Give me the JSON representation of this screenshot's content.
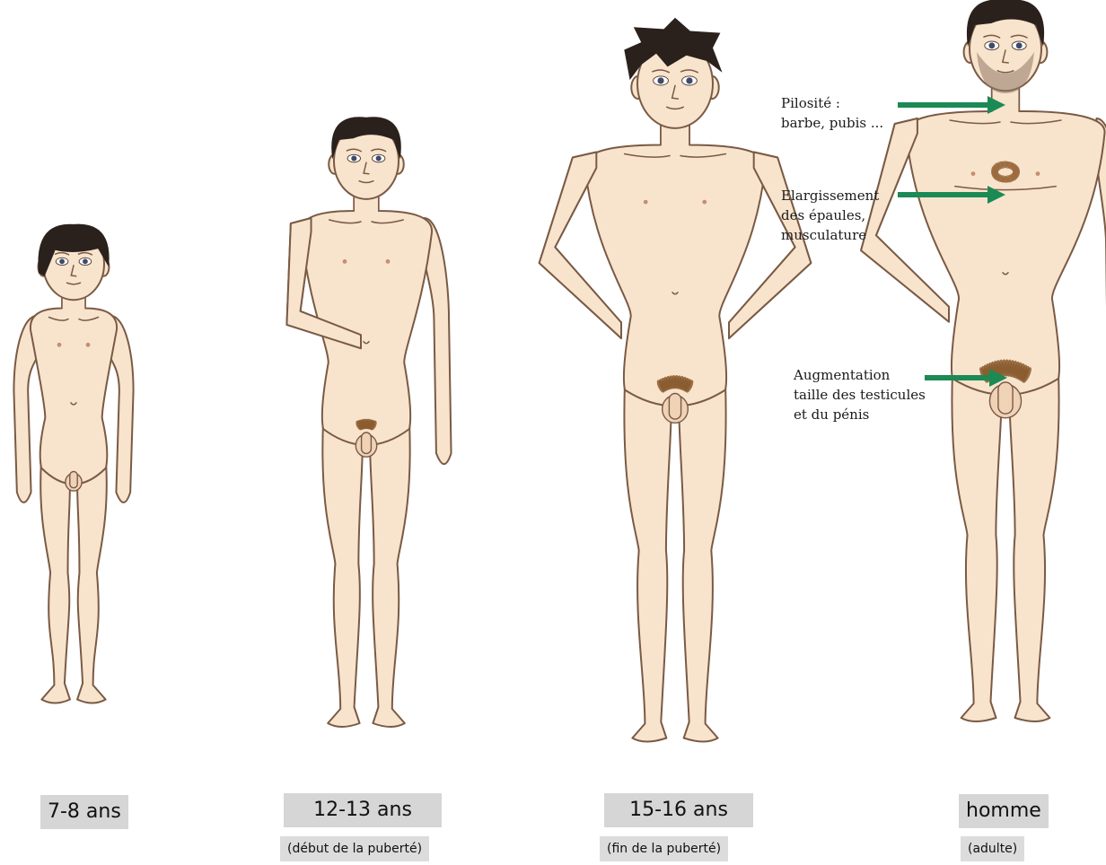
{
  "stages": [
    {
      "age": "7-8 ans",
      "subtitle": ""
    },
    {
      "age": "12-13 ans",
      "subtitle": "(début de la puberté)"
    },
    {
      "age": "15-16 ans",
      "subtitle": "(fin de la puberté)"
    },
    {
      "age": "homme",
      "subtitle": "(adulte)"
    }
  ],
  "annotations": [
    {
      "text": "Pilosité :\nbarbe, pubis ..."
    },
    {
      "text": "Elargissement\ndes épaules,\nmusculature"
    },
    {
      "text": "Augmentation\ntaille des testicules\net du pénis"
    }
  ],
  "colors": {
    "arrow": "#1b8a55",
    "skin": "#f8e4cd",
    "outline": "#7a5a45",
    "hair": "#2b211c",
    "label_background": "#d6d6d6"
  }
}
